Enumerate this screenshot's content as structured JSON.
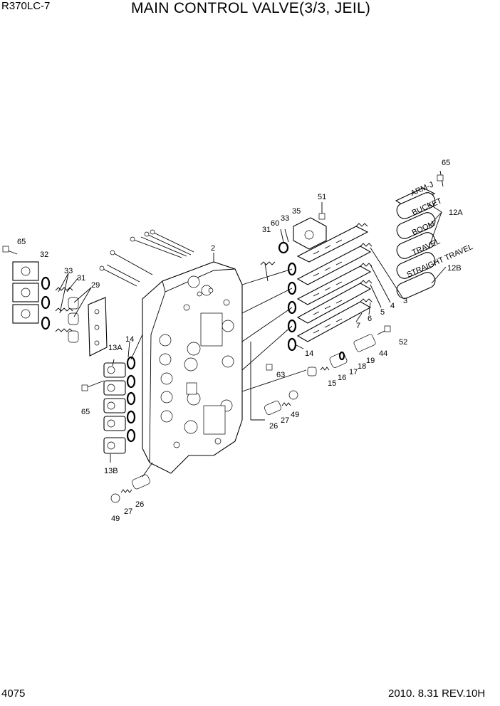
{
  "header": {
    "model": "R370LC-7",
    "title": "MAIN CONTROL VALVE(3/3, JEIL)"
  },
  "footer": {
    "page_number": "4075",
    "date_rev": "2010. 8.31  REV.10H"
  },
  "callouts": {
    "c65a": "65",
    "c32": "32",
    "c33a": "33",
    "c31a": "31",
    "c29": "29",
    "c14a": "14",
    "c13A": "13A",
    "c65b": "65",
    "c13B": "13B",
    "c2": "2",
    "c31b": "31",
    "c60": "60",
    "c33b": "33",
    "c35": "35",
    "c51": "51",
    "c65c": "65",
    "c12A": "12A",
    "c12B": "12B",
    "c3": "3",
    "c4": "4",
    "c5": "5",
    "c6": "6",
    "c7": "7",
    "c14b": "14",
    "c52": "52",
    "c44": "44",
    "c19": "19",
    "c18": "18",
    "c17": "17",
    "c16": "16",
    "c15": "15",
    "c63": "63",
    "c49a": "49",
    "c27a": "27",
    "c26a": "26",
    "c49b": "49",
    "c27b": "27",
    "c26b": "26"
  },
  "cap_text": {
    "arm": "ARM-J",
    "bucket": "BUCKET",
    "boom": "BOOM",
    "travel": "TRAVEL",
    "straight_travel": "STRAIGHT TRAVEL"
  }
}
